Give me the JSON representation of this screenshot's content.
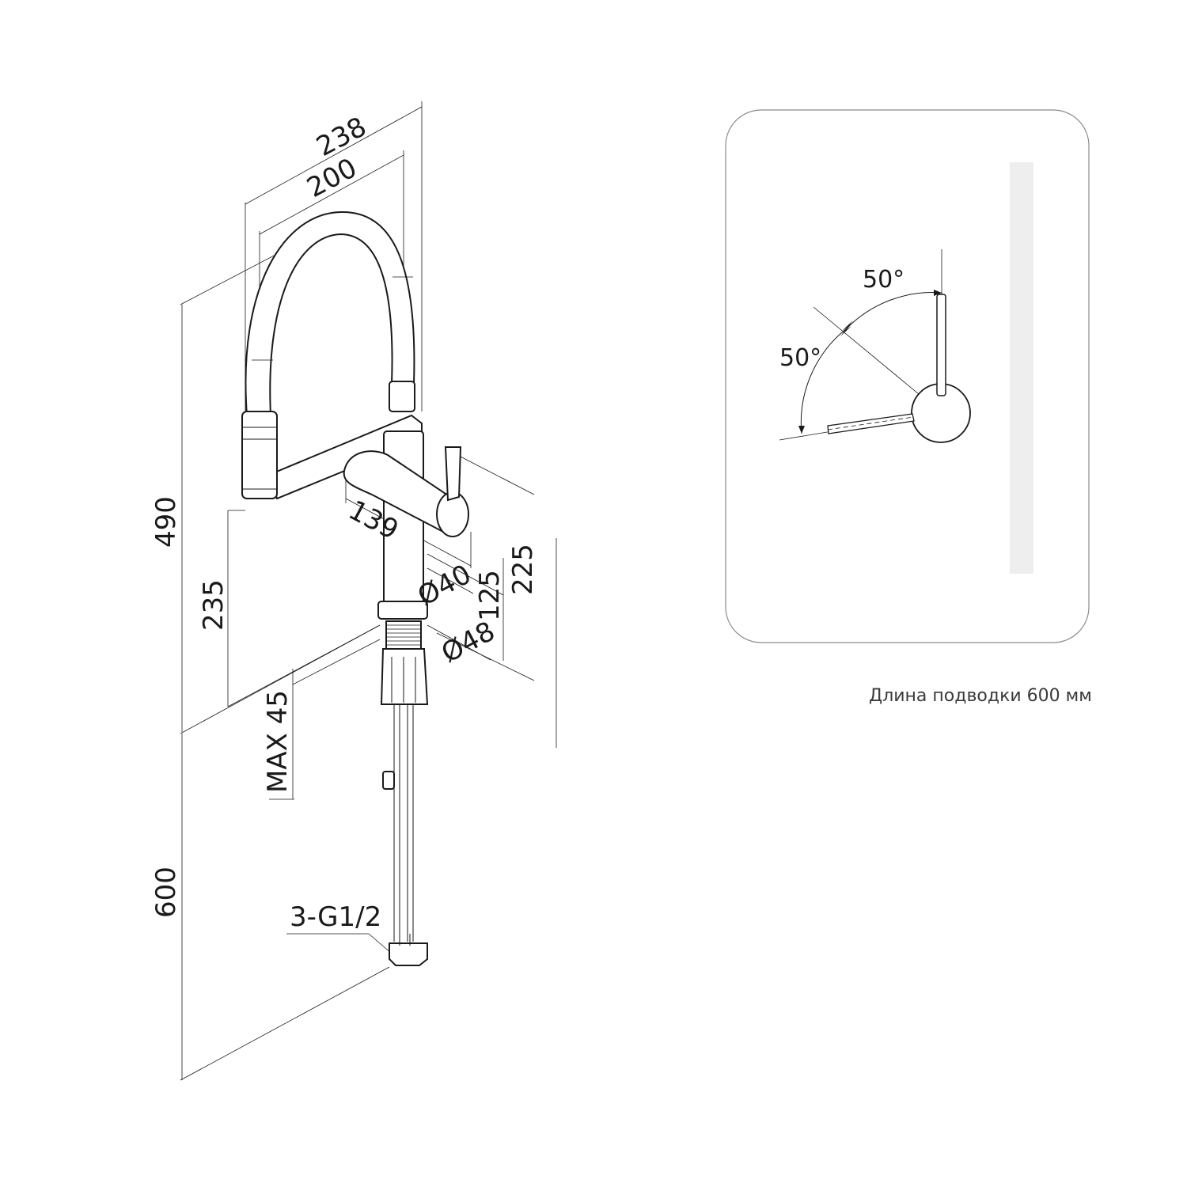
{
  "dimensions": {
    "w238": "238",
    "w200": "200",
    "h490": "490",
    "h235": "235",
    "d139": "139",
    "h225": "225",
    "dia40": "Ø40",
    "h125": "125",
    "dia48": "Ø48",
    "max45": "MAX 45",
    "h600": "600",
    "thread": "3-G1/2"
  },
  "rotation": {
    "angle_top": "50°",
    "angle_left": "50°"
  },
  "caption": "Длина подводки 600 мм"
}
